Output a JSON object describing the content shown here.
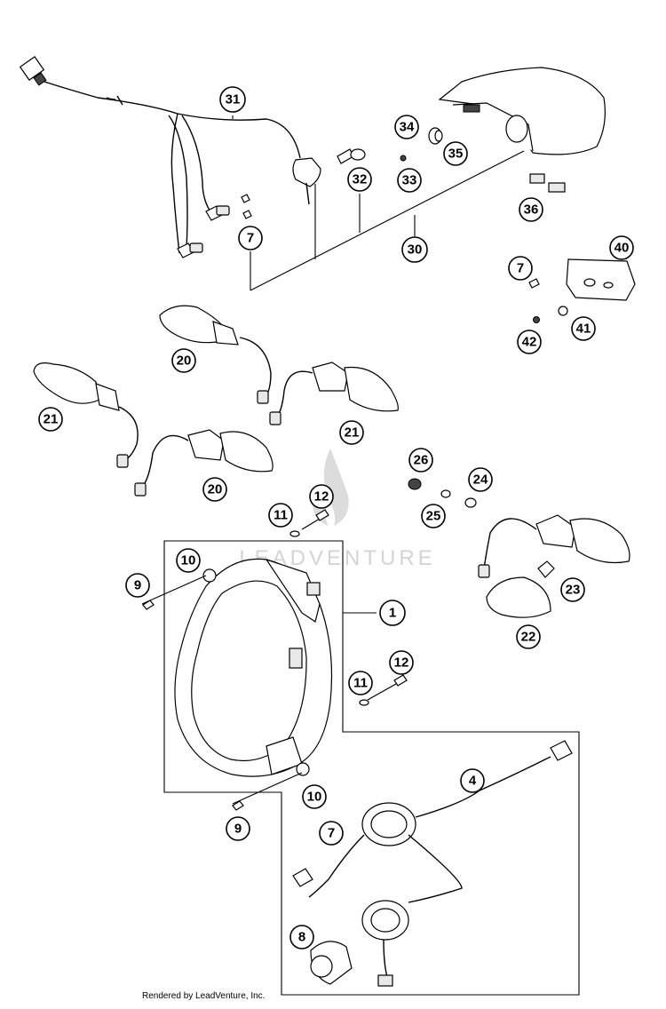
{
  "callouts": [
    {
      "n": "31"
    },
    {
      "n": "34"
    },
    {
      "n": "35"
    },
    {
      "n": "33"
    },
    {
      "n": "32"
    },
    {
      "n": "7"
    },
    {
      "n": "30"
    },
    {
      "n": "36"
    },
    {
      "n": "40"
    },
    {
      "n": "7"
    },
    {
      "n": "41"
    },
    {
      "n": "42"
    },
    {
      "n": "20"
    },
    {
      "n": "21"
    },
    {
      "n": "21"
    },
    {
      "n": "20"
    },
    {
      "n": "26"
    },
    {
      "n": "24"
    },
    {
      "n": "25"
    },
    {
      "n": "12"
    },
    {
      "n": "11"
    },
    {
      "n": "10"
    },
    {
      "n": "9"
    },
    {
      "n": "1"
    },
    {
      "n": "23"
    },
    {
      "n": "22"
    },
    {
      "n": "12"
    },
    {
      "n": "11"
    },
    {
      "n": "10"
    },
    {
      "n": "9"
    },
    {
      "n": "4"
    },
    {
      "n": "7"
    },
    {
      "n": "8"
    }
  ],
  "watermark": "LEADVENTURE",
  "footer": "Rendered by LeadVenture, Inc."
}
